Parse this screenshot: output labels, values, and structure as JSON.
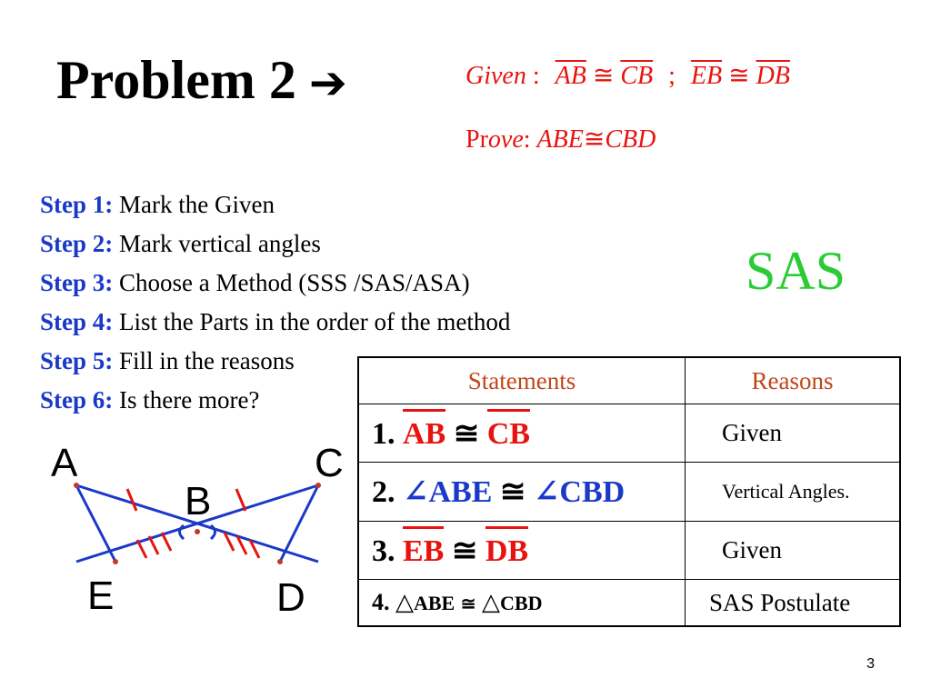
{
  "title": {
    "text": "Problem 2",
    "arrow_icon": "right-arrow-icon"
  },
  "given": {
    "label": "Given",
    "colon": ":",
    "seg1": "AB",
    "rel1": "≅",
    "seg2": "CB",
    "sep": ";",
    "seg3": "EB",
    "rel2": "≅",
    "seg4": "DB"
  },
  "prove": {
    "label_a": "Pr",
    "label_b": "ove",
    "colon": ":",
    "tri1": "ABE",
    "rel": "≅",
    "tri2": "CBD",
    "missing_glyph": ""
  },
  "steps": [
    {
      "label": "Step 1:",
      "text": "Mark the Given"
    },
    {
      "label": "Step 2:",
      "text": "Mark vertical angles"
    },
    {
      "label": "Step 3:",
      "text": "Choose a Method (SSS /SAS/ASA)"
    },
    {
      "label": "Step 4:",
      "text": "List the Parts in the order of the method"
    },
    {
      "label": "Step 5:",
      "text": "Fill in the reasons"
    },
    {
      "label": "Step 6:",
      "text": "Is there more?"
    }
  ],
  "method": "SAS",
  "table": {
    "headers": [
      "Statements",
      "Reasons"
    ],
    "rows": [
      {
        "num": "1.",
        "a": "AB",
        "rel": "≅",
        "b": "CB",
        "reason": "Given"
      },
      {
        "num": "2.",
        "angle": "∠",
        "a": "ABE",
        "rel": "≅",
        "b": "CBD",
        "reason": "Vertical Angles."
      },
      {
        "num": "3.",
        "a": "EB",
        "rel": "≅",
        "b": "DB",
        "reason": "Given"
      },
      {
        "num": "4.",
        "tri": "△",
        "a": "ABE",
        "rel": "≅",
        "b": "CBD",
        "reason": "SAS Postulate"
      }
    ]
  },
  "figure": {
    "labels": {
      "A": "A",
      "B": "B",
      "C": "C",
      "D": "D",
      "E": "E"
    }
  },
  "page_number": "3",
  "colors": {
    "red": "#e8130f",
    "blue": "#1a39c8",
    "green": "#2ccb35",
    "header_orange": "#c0471a"
  }
}
